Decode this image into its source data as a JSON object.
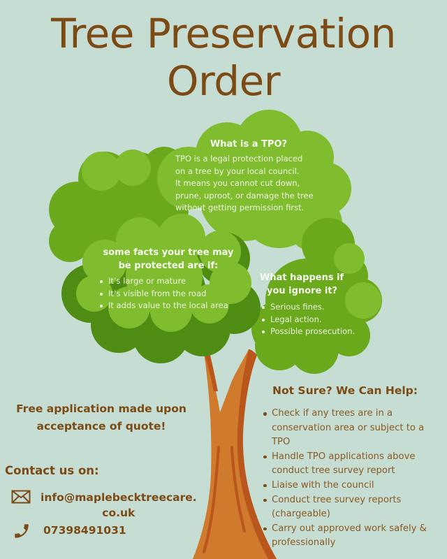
{
  "title": {
    "line1": "Tree Preservation",
    "line2": "Order"
  },
  "colors": {
    "background": "#c6ddd3",
    "brown_text": "#7c4a14",
    "canopy_light": "#7fbd2e",
    "canopy_mid": "#6aa81c",
    "canopy_dark": "#4e8c14",
    "trunk": "#d07a2e",
    "trunk_shadow": "#b8561c"
  },
  "what_is_tpo": {
    "heading": "What is a TPO?",
    "lines": [
      "TPO is a legal protection placed",
      "on a tree by your local council.",
      "It means you cannot cut down,",
      "prune, uproot, or damage the tree",
      "without getting permission first."
    ]
  },
  "facts": {
    "heading_line1": "some facts your tree may",
    "heading_line2": "be protected are if:",
    "items": [
      "It’s large or mature",
      "It’s visible from the road",
      "It adds value to the local area"
    ]
  },
  "ignore": {
    "heading_line1": "What happens if",
    "heading_line2": "you ignore it?",
    "items": [
      "Serious fines.",
      "Legal action.",
      "Possible prosecution."
    ]
  },
  "free_application": {
    "line1": "Free application made upon",
    "line2": "acceptance of quote!"
  },
  "contact": {
    "heading": "Contact us on:",
    "email_line1": "info@maplebecktreecare.",
    "email_line2": "co.uk",
    "email_icon": "envelope-icon",
    "phone": "07398491031",
    "phone_icon": "phone-icon"
  },
  "help": {
    "heading": "Not Sure? We Can Help:",
    "items": [
      [
        "Check if any trees are in a",
        "conservation area or subject to a",
        "TPO"
      ],
      [
        "Handle TPO applications above",
        "conduct tree survey report"
      ],
      [
        "Liaise with the council"
      ],
      [
        "Conduct tree survey reports",
        "(chargeable)"
      ],
      [
        "Carry out approved work safely &",
        "professionally"
      ]
    ]
  }
}
